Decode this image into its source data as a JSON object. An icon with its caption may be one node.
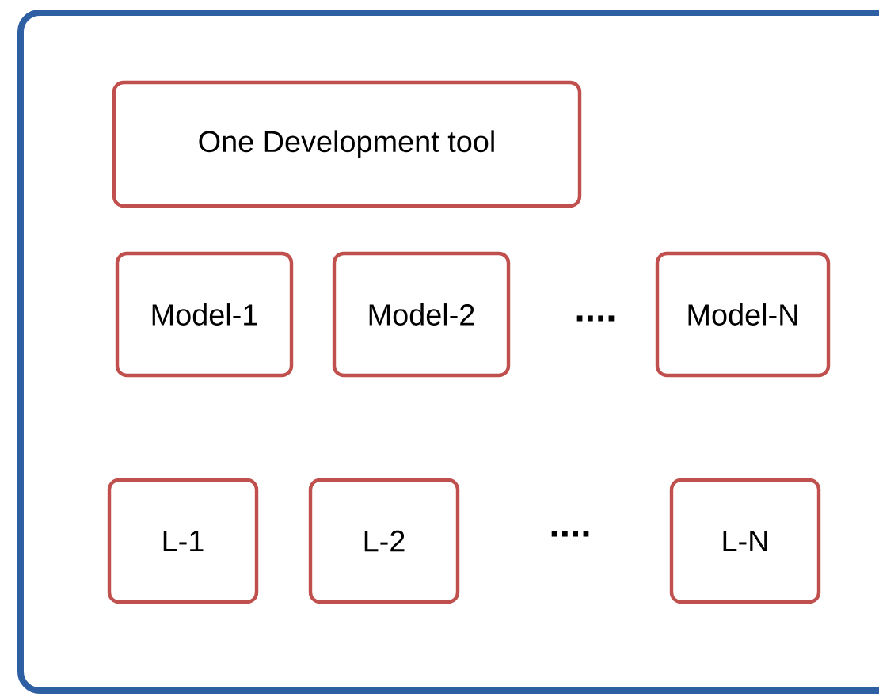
{
  "diagram": {
    "nodes": [
      {
        "text": [],
        "shape": "box"
      },
      {
        "text": [
          "One  Development  tool"
        ],
        "in": 0
      },
      {
        "text": [
          "Model-1"
        ],
        "in": 0
      },
      {
        "text": [
          "Model-2"
        ],
        "in": 0
      },
      {
        "text": [
          "Model-N"
        ],
        "in": 0
      },
      {
        "text": [
          "L-1"
        ],
        "in": 0
      },
      {
        "text": [
          "L-2"
        ],
        "in": 0
      },
      {
        "text": [
          "L-N"
        ],
        "in": 0
      }
    ],
    "labels": [
      "....",
      "...."
    ]
  }
}
